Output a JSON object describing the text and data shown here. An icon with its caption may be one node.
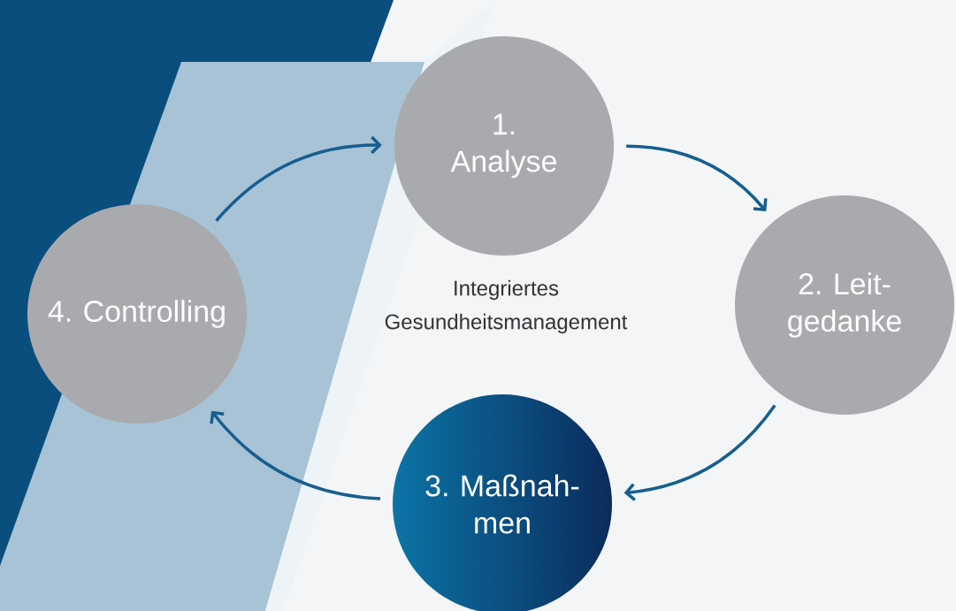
{
  "diagram": {
    "nodes": [
      {
        "text": [
          "1. Analyse"
        ]
      },
      {
        "text": [
          "2. Leit- gedanke"
        ]
      },
      {
        "text": [
          "3. Maßnah- men"
        ]
      },
      {
        "text": [
          "4. Controlling"
        ]
      }
    ],
    "edges": [
      {
        "from": 0,
        "to": 1,
        "arrow": "to"
      },
      {
        "from": 1,
        "to": 2,
        "arrow": "to"
      },
      {
        "from": 2,
        "to": 3,
        "arrow": "to"
      },
      {
        "from": 3,
        "to": 0,
        "arrow": "to"
      }
    ],
    "labels": [
      "Integriertes Gesundheitsmanagement"
    ]
  }
}
